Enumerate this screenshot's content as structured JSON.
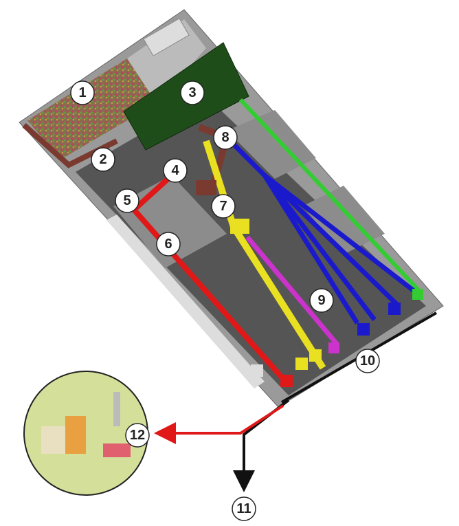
{
  "diagram": {
    "labels": [
      "1",
      "2",
      "3",
      "4",
      "5",
      "6",
      "7",
      "8",
      "9",
      "10",
      "11",
      "12"
    ],
    "colors": {
      "platform": "#8a8a8a",
      "floor": "#4a4a4a",
      "green_building": "#1f4d1a",
      "red": "#e01818",
      "yellow": "#e8e020",
      "magenta": "#cc33cc",
      "blue": "#1a1acc",
      "green": "#33cc33",
      "brown": "#7a3a30",
      "inset": "#d4e09a"
    }
  }
}
